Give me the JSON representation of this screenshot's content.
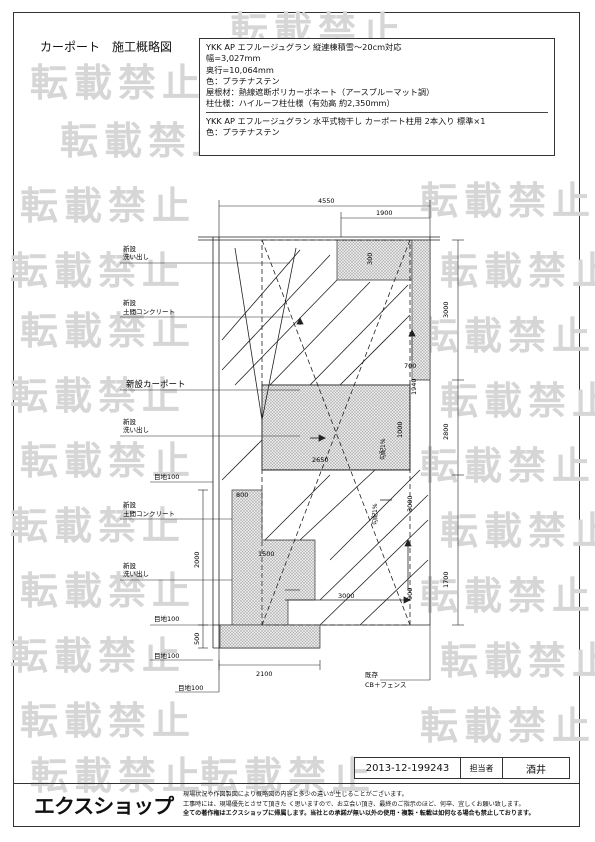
{
  "page": {
    "title": "カーポート　施工概略図",
    "watermark_text": "転載禁止"
  },
  "spec": {
    "lines": [
      "YKK AP エフルージュグラン 縦連棟積雪～20cm対応",
      "幅=3,027mm",
      "奥行=10,064mm",
      "色：プラチナステン",
      "屋根材：熱線遮断ポリカーボネート（アースブルーマット調）",
      "柱仕様：ハイルーフ柱仕様（有効高 約2,350mm）"
    ],
    "lines2": [
      "YKK AP エフルージュグラン 水平式物干し カーポート柱用 2本入り 標準×1",
      "色：プラチナステン"
    ]
  },
  "drawing": {
    "labels": {
      "shindan1": "新設",
      "araidashi1": "洗い出し",
      "shinsetsu1": "新設",
      "doma1": "土間コンクリート",
      "carport": "新設カーポート",
      "shindan2": "新設",
      "araidashi2": "洗い出し",
      "mejimi1": "目地100",
      "shinsetsu2": "新設",
      "doma2": "土間コンクリート",
      "shindan3": "新設",
      "araidashi3": "洗い出し",
      "mejimi2": "目地100",
      "mejimi3": "目地100",
      "mejimi4": "目地100",
      "existing1": "既存",
      "existing2": "CB＋フェンス"
    },
    "dims": {
      "top_total": "4550",
      "top_right": "1900",
      "right_upper": "3000",
      "right_mid": "2800",
      "right_lower": "1700",
      "inner_2650": "2650",
      "inner_1500": "1500",
      "inner_3000": "3000",
      "inner_800": "800",
      "inner_300a": "300",
      "inner_700": "700",
      "bottom_2100": "2100",
      "left_2000": "2000",
      "left_500": "500",
      "small_1940": "1940",
      "small_1000": "1000",
      "small_3000v": "3000",
      "small_900": "900",
      "slope_1": "勾配1%",
      "slope_2": "勾配1%"
    }
  },
  "footer": {
    "doc_id": "2013-12-199243",
    "staff_label": "担当者",
    "staff_name": "酒井",
    "brand": "エクスショップ",
    "notice": [
      "現場状況や作図製図により概略図の内容と多少の違いが生じることがございます。",
      "工事時には、現場優先とさせて頂きた く思いますので、お立会い頂き、最終のご指示のほど、何卒、宜しくお願い致します。",
      "全ての著作権はエクスショップに帰属します。当社との承諾が無い以外の使用・複製・転載は如何なる場合も禁止しております。"
    ]
  }
}
